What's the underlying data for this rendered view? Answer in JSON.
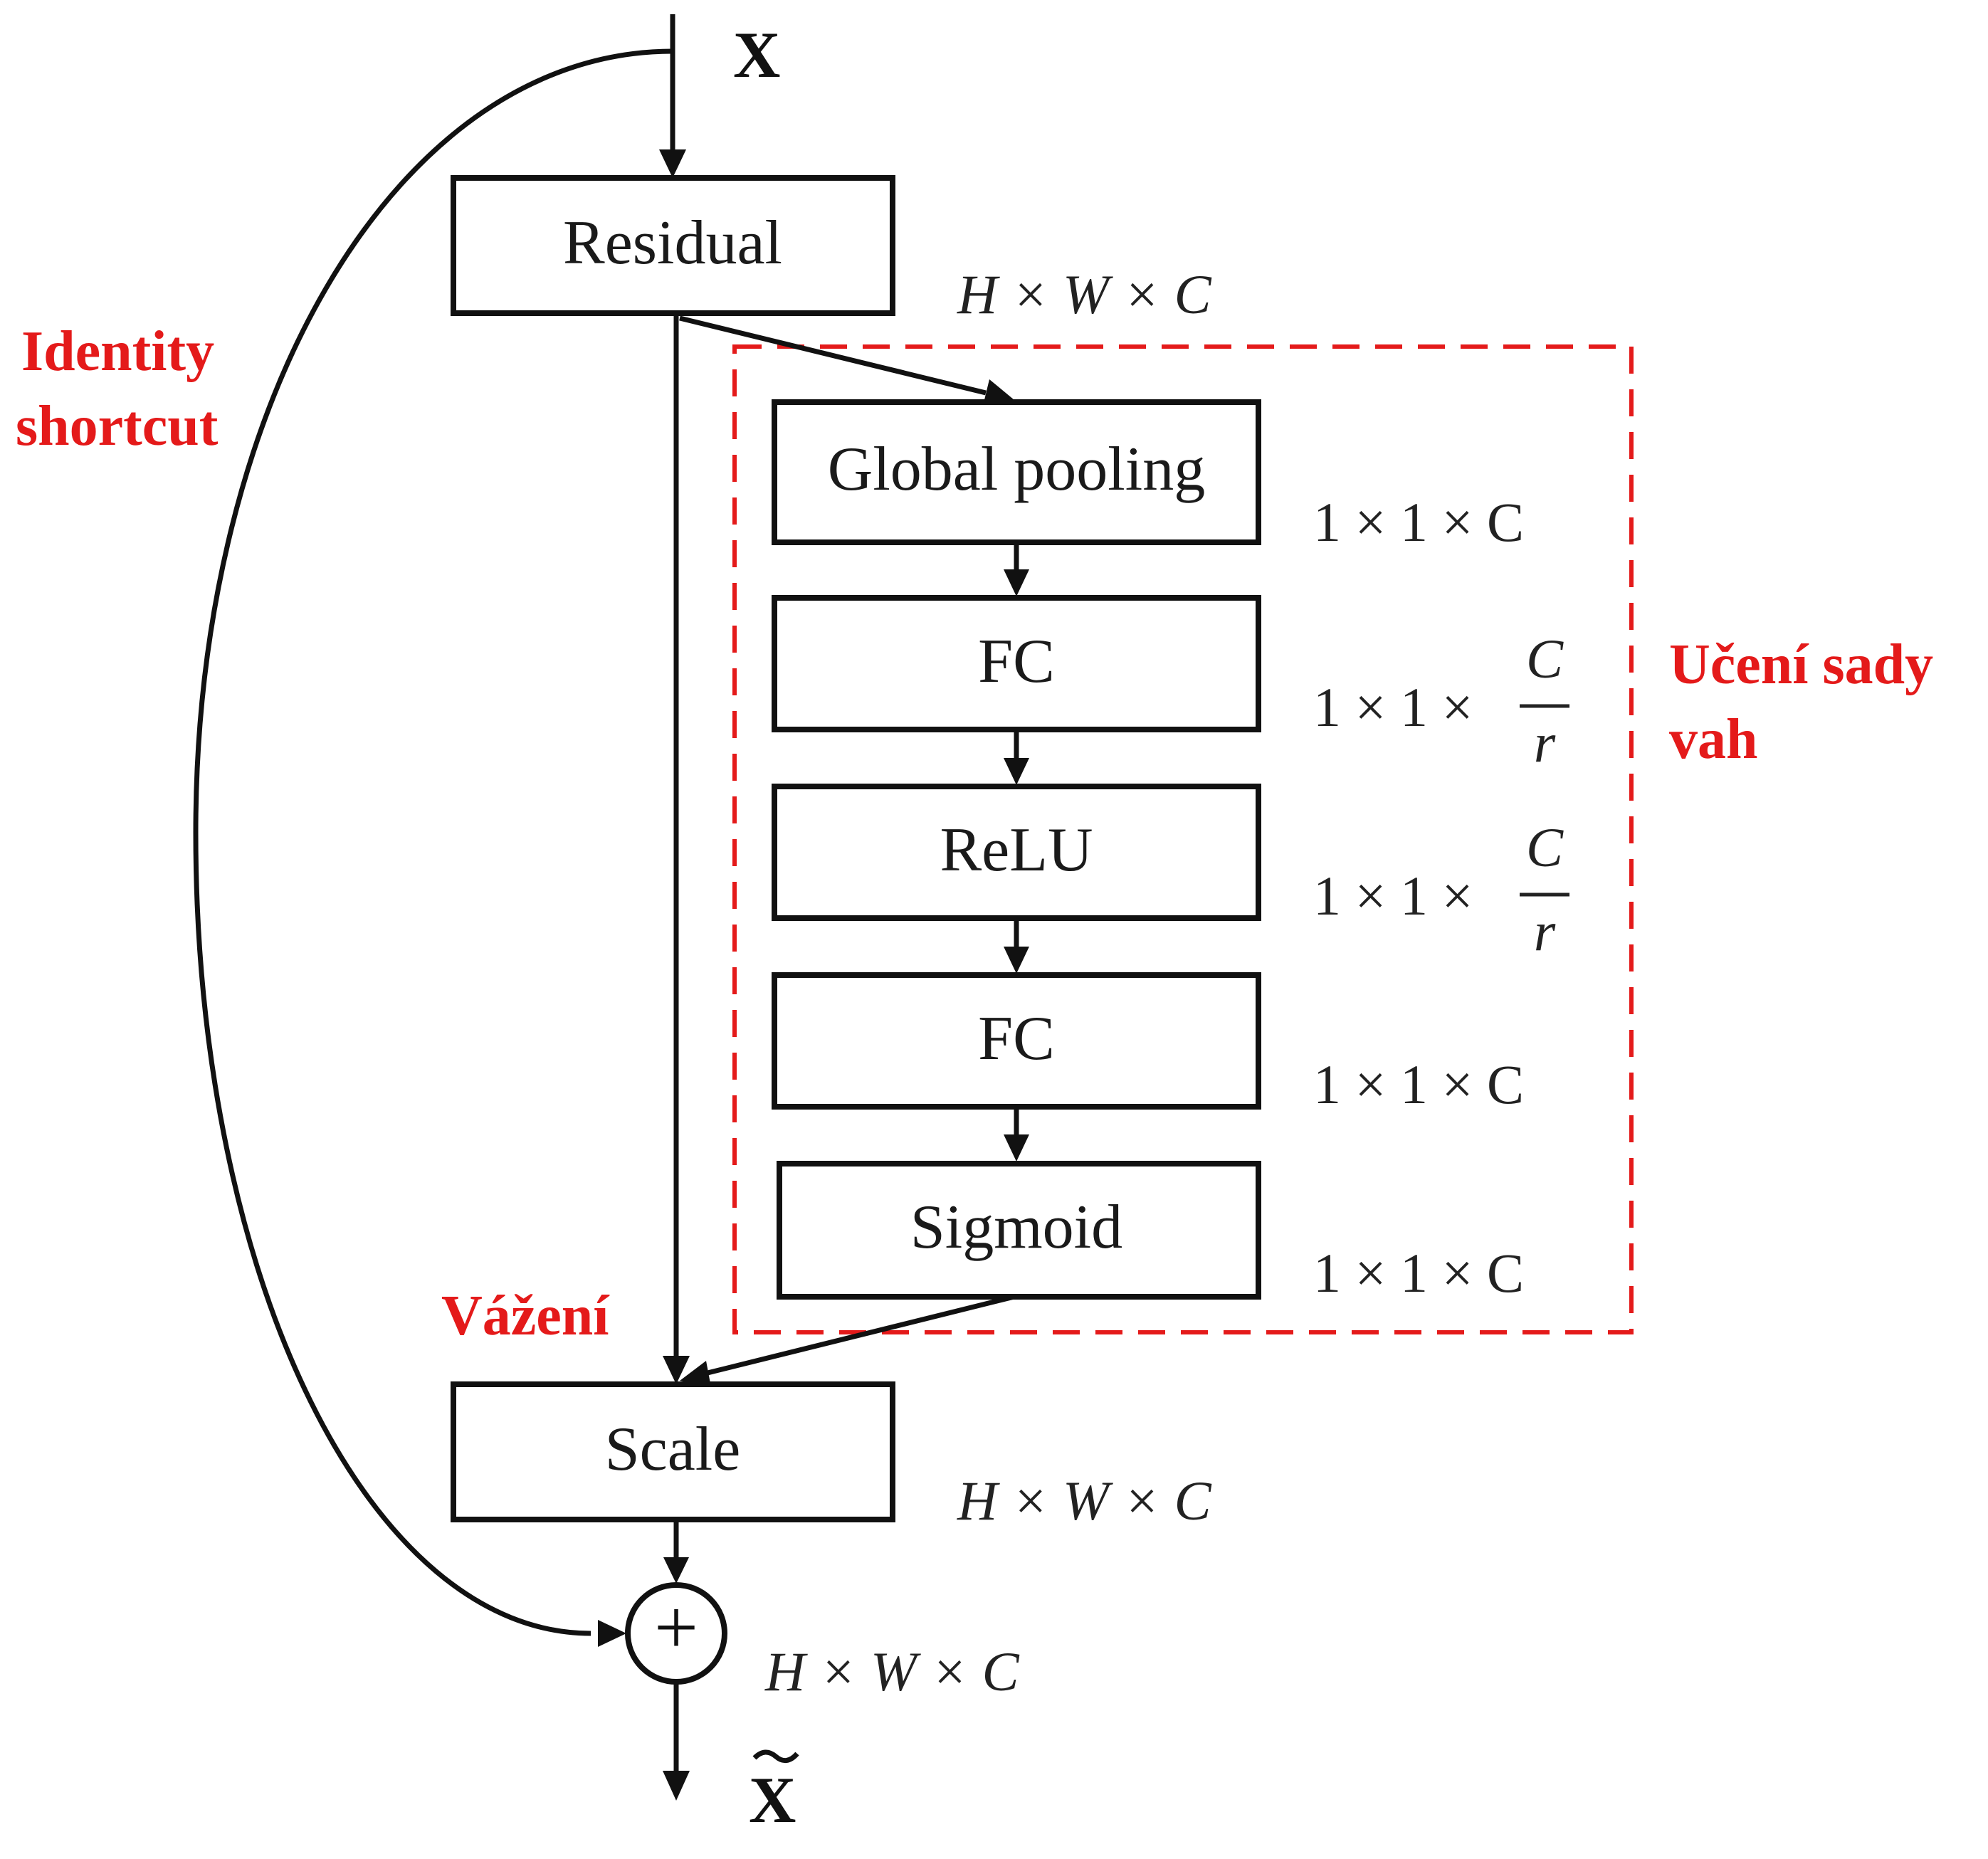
{
  "input_label": "X",
  "output_label": "X",
  "blocks": {
    "residual": "Residual",
    "global_pooling": "Global pooling",
    "fc1": "FC",
    "relu": "ReLU",
    "fc2": "FC",
    "sigmoid": "Sigmoid",
    "scale": "Scale",
    "sum": "+"
  },
  "dimensions": {
    "residual_out": "H × W × C",
    "global_pooling_out": "1 × 1 × C",
    "fc1_out_prefix": "1 × 1 ×",
    "fc1_out_numerator": "C",
    "fc1_out_denominator": "r",
    "relu_out_prefix": "1 × 1 ×",
    "relu_out_numerator": "C",
    "relu_out_denominator": "r",
    "fc2_out": "1 × 1 × C",
    "sigmoid_out": "1 × 1 × C",
    "scale_out": "H × W × C",
    "sum_out": "H × W × C"
  },
  "annotations": {
    "identity_line1": "Identity",
    "identity_line2": "shortcut",
    "learning_line1": "Učení sady",
    "learning_line2": "vah",
    "weighting": "Vážení"
  },
  "colors": {
    "annotation": "#e41a1a",
    "stroke": "#111111"
  }
}
